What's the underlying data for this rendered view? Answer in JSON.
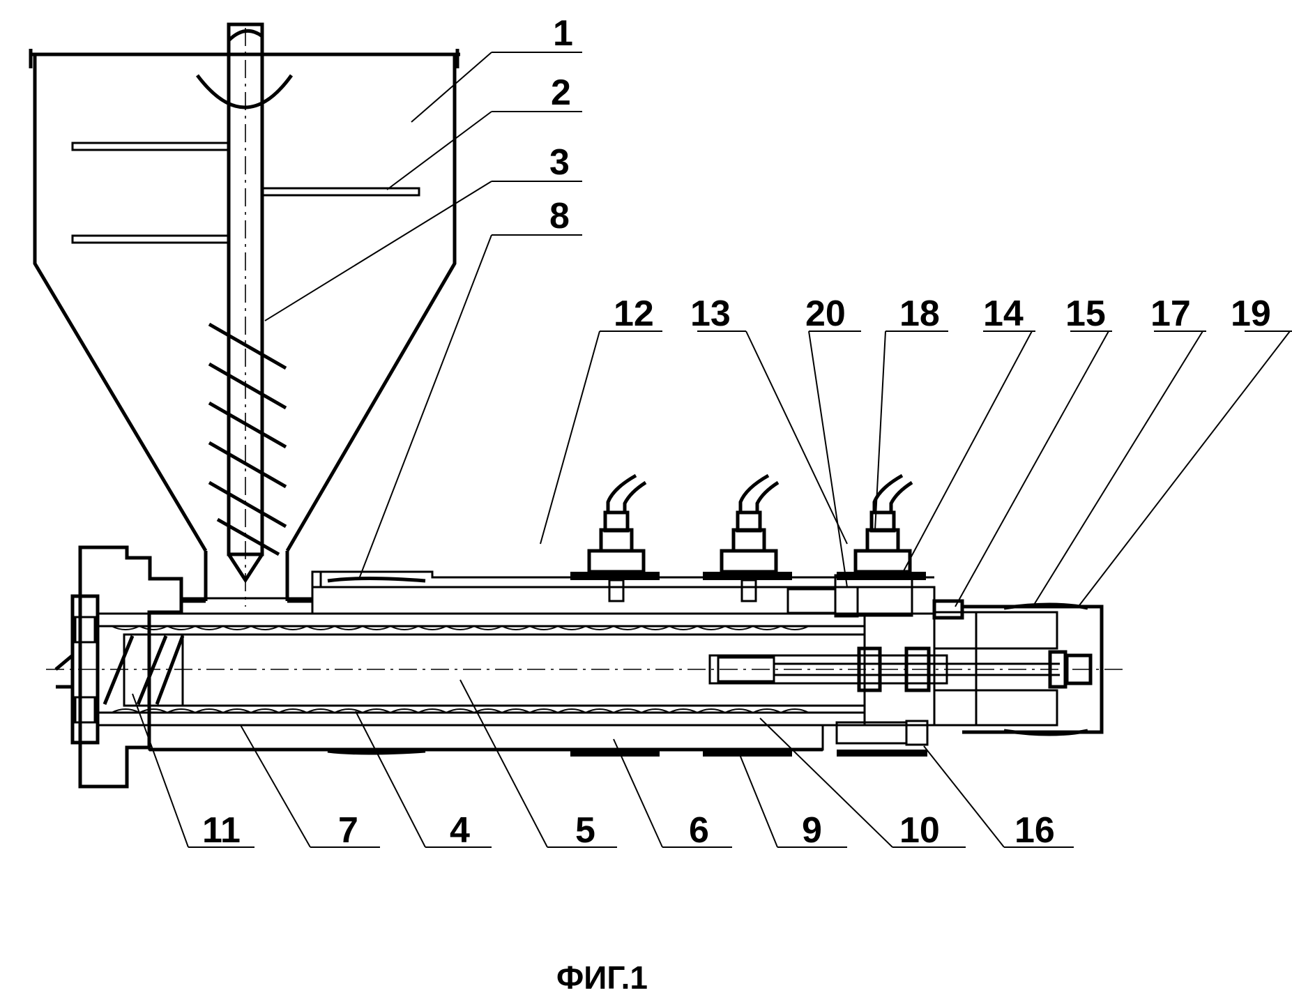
{
  "figure": {
    "caption": "ФИГ.1",
    "callouts": [
      "1",
      "2",
      "3",
      "8",
      "12",
      "13",
      "20",
      "18",
      "14",
      "15",
      "17",
      "19",
      "11",
      "7",
      "4",
      "5",
      "6",
      "9",
      "10",
      "16"
    ]
  }
}
